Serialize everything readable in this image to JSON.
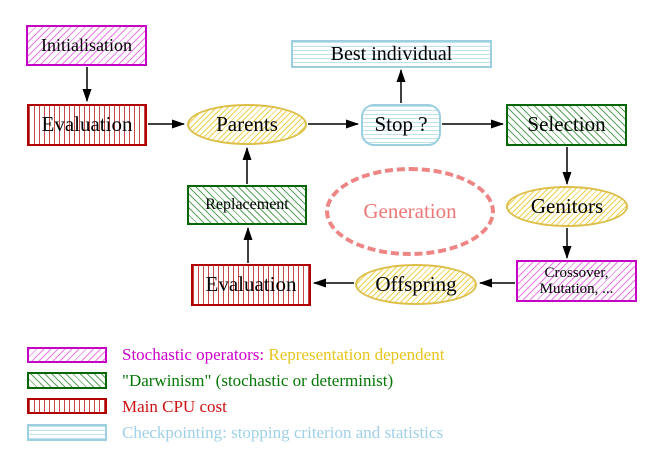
{
  "nodes": {
    "initialisation": {
      "label": "Initialisation"
    },
    "evaluation_top": {
      "label": "Evaluation"
    },
    "parents": {
      "label": "Parents"
    },
    "best_individual": {
      "label": "Best individual"
    },
    "stop": {
      "label": "Stop ?"
    },
    "selection": {
      "label": "Selection"
    },
    "genitors": {
      "label": "Genitors"
    },
    "crossover_mutation": {
      "line1": "Crossover,",
      "line2": "Mutation, ..."
    },
    "offspring": {
      "label": "Offspring"
    },
    "evaluation_bottom": {
      "label": "Evaluation"
    },
    "replacement": {
      "label": "Replacement"
    },
    "generation": {
      "label": "Generation"
    }
  },
  "legend": {
    "items": [
      {
        "swatch": "magenta-diagonal-hatch",
        "text_primary": "Stochastic operators:",
        "text_secondary": "Representation dependent"
      },
      {
        "swatch": "green-diagonal-hatch",
        "text_primary": "\"Darwinism\" (stochastic or determinist)"
      },
      {
        "swatch": "red-vertical-lines",
        "text_primary": "Main CPU cost"
      },
      {
        "swatch": "cyan-horizontal-lines",
        "text_primary": "Checkpointing: stopping criterion and statistics"
      }
    ]
  },
  "colors": {
    "magenta": "#cc00cc",
    "dark_green": "#046604",
    "red": "#b00000",
    "light_blue": "#9ccfe0",
    "yellow": "#ddbe48",
    "salmon": "#ee8585",
    "legend_yellow_text": "#e8c520",
    "legend_cyan_text": "#9fd0e8",
    "arrow_black": "#000000"
  }
}
